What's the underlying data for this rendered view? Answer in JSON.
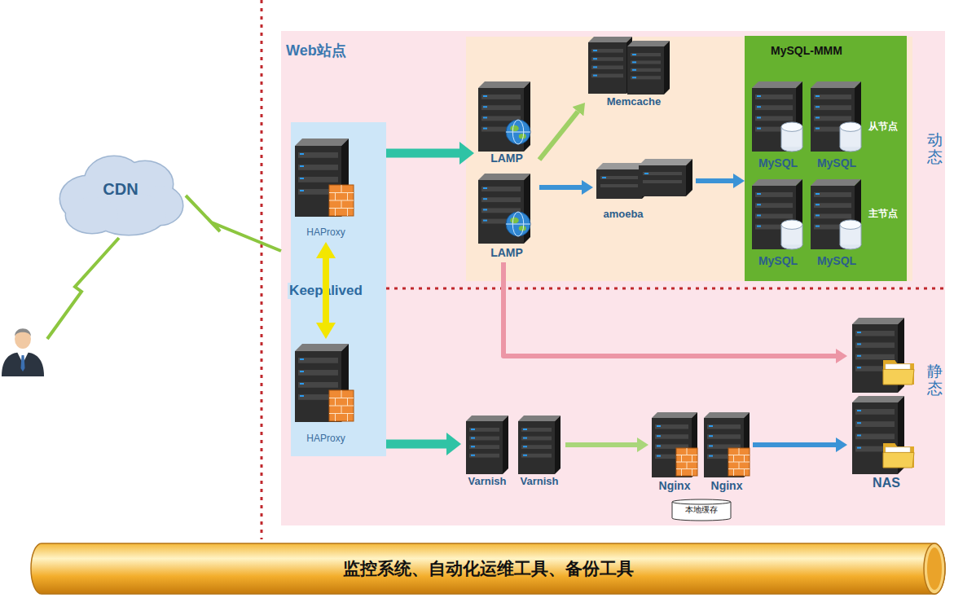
{
  "diagram": {
    "nodes": [
      {
        "text": [
          "CDN"
        ]
      },
      {
        "text": [
          "Web站点"
        ]
      },
      {
        "text": [
          "HAProxy"
        ],
        "in": 1
      },
      {
        "text": [
          "HAProxy"
        ],
        "in": 1
      },
      {
        "text": [
          "LAMP"
        ],
        "in": 1
      },
      {
        "text": [
          "LAMP"
        ],
        "in": 1
      },
      {
        "text": [
          "Memcache"
        ],
        "in": 1
      },
      {
        "text": [
          "amoeba"
        ],
        "in": 1
      },
      {
        "text": [
          "MySQL-MMM"
        ],
        "in": 1
      },
      {
        "text": [
          "MySQL"
        ],
        "in": 8
      },
      {
        "text": [
          "MySQL"
        ],
        "in": 8
      },
      {
        "text": [
          "MySQL"
        ],
        "in": 8
      },
      {
        "text": [
          "MySQL"
        ],
        "in": 8
      },
      {
        "text": [
          "Varnish"
        ],
        "in": 1
      },
      {
        "text": [
          "Varnish"
        ],
        "in": 1
      },
      {
        "text": [
          "Nginx"
        ],
        "in": 1
      },
      {
        "text": [
          "Nginx"
        ],
        "in": 1
      },
      {
        "text": [
          "本地缓存"
        ],
        "in": 1
      },
      {
        "text": [
          "NAS"
        ],
        "in": 1
      },
      {
        "text": [
          "监控系统、自动化运维工具、备份工具"
        ]
      }
    ],
    "edges": [
      {
        "from": 0,
        "to": 1,
        "arrow": "none"
      },
      {
        "from": 2,
        "to": 3,
        "arrow": "both",
        "label": "Keepalived"
      },
      {
        "from": 2,
        "to": 4,
        "arrow": "to"
      },
      {
        "from": 3,
        "to": 13,
        "arrow": "to"
      },
      {
        "from": 4,
        "to": 6,
        "arrow": "to"
      },
      {
        "from": 5,
        "to": 7,
        "arrow": "to"
      },
      {
        "from": 7,
        "to": 8,
        "arrow": "to"
      },
      {
        "from": 5,
        "to": 18,
        "arrow": "to"
      },
      {
        "from": 14,
        "to": 15,
        "arrow": "to"
      },
      {
        "from": 16,
        "to": 18,
        "arrow": "to"
      }
    ],
    "labels": [
      "从节点",
      "主节点",
      "动态",
      "静态"
    ]
  }
}
